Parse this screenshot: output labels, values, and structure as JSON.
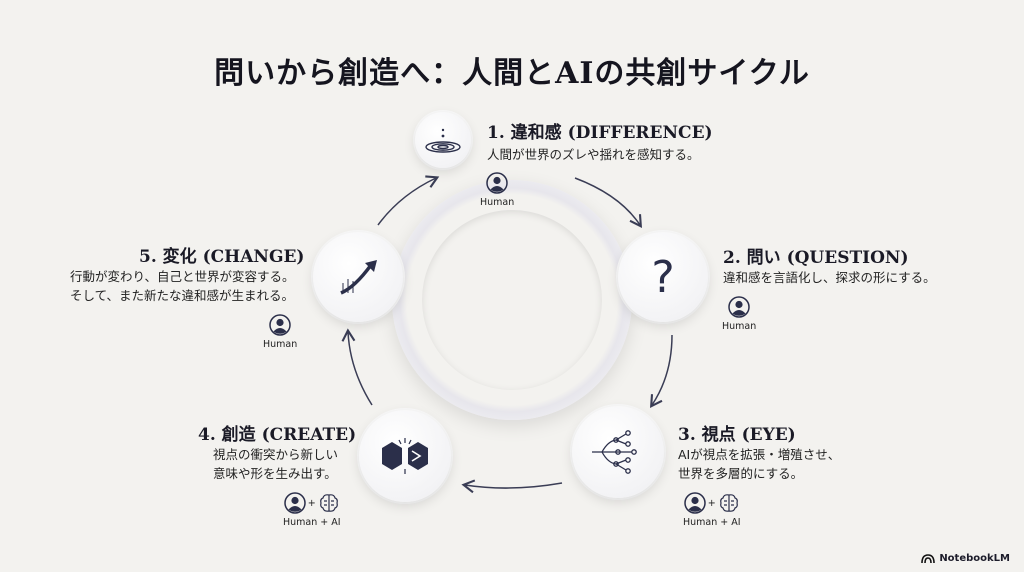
{
  "title": "問いから創造へ：人間とAIの共創サイクル",
  "steps": [
    {
      "heading": "1. 違和感 (DIFFERENCE)",
      "lines": [
        "人間が世界のズレや揺れを感知する。"
      ],
      "actor": "Human",
      "icon": "ripple-icon"
    },
    {
      "heading": "2. 問い (QUESTION)",
      "lines": [
        "違和感を言語化し、探求の形にする。"
      ],
      "actor": "Human",
      "icon": "question-mark-icon"
    },
    {
      "heading": "3. 視点 (EYE)",
      "lines": [
        "AIが視点を拡張・増殖させ、",
        "世界を多層的にする。"
      ],
      "actor": "Human + AI",
      "icon": "branching-tree-icon"
    },
    {
      "heading": "4. 創造 (CREATE)",
      "lines": [
        "視点の衝突から新しい",
        "意味や形を生み出す。"
      ],
      "actor": "Human + AI",
      "icon": "colliding-hexagons-icon"
    },
    {
      "heading": "5. 変化 (CHANGE)",
      "lines": [
        "行動が変わり、自己と世界が変容する。",
        "そして、また新たな違和感が生まれる。"
      ],
      "actor": "Human",
      "icon": "rising-arrow-icon"
    }
  ],
  "plus": "+",
  "question_glyph": "?",
  "branding": "NotebookLM",
  "colors": {
    "ink": "#2b2f4a",
    "bg": "#f3f2ef"
  }
}
